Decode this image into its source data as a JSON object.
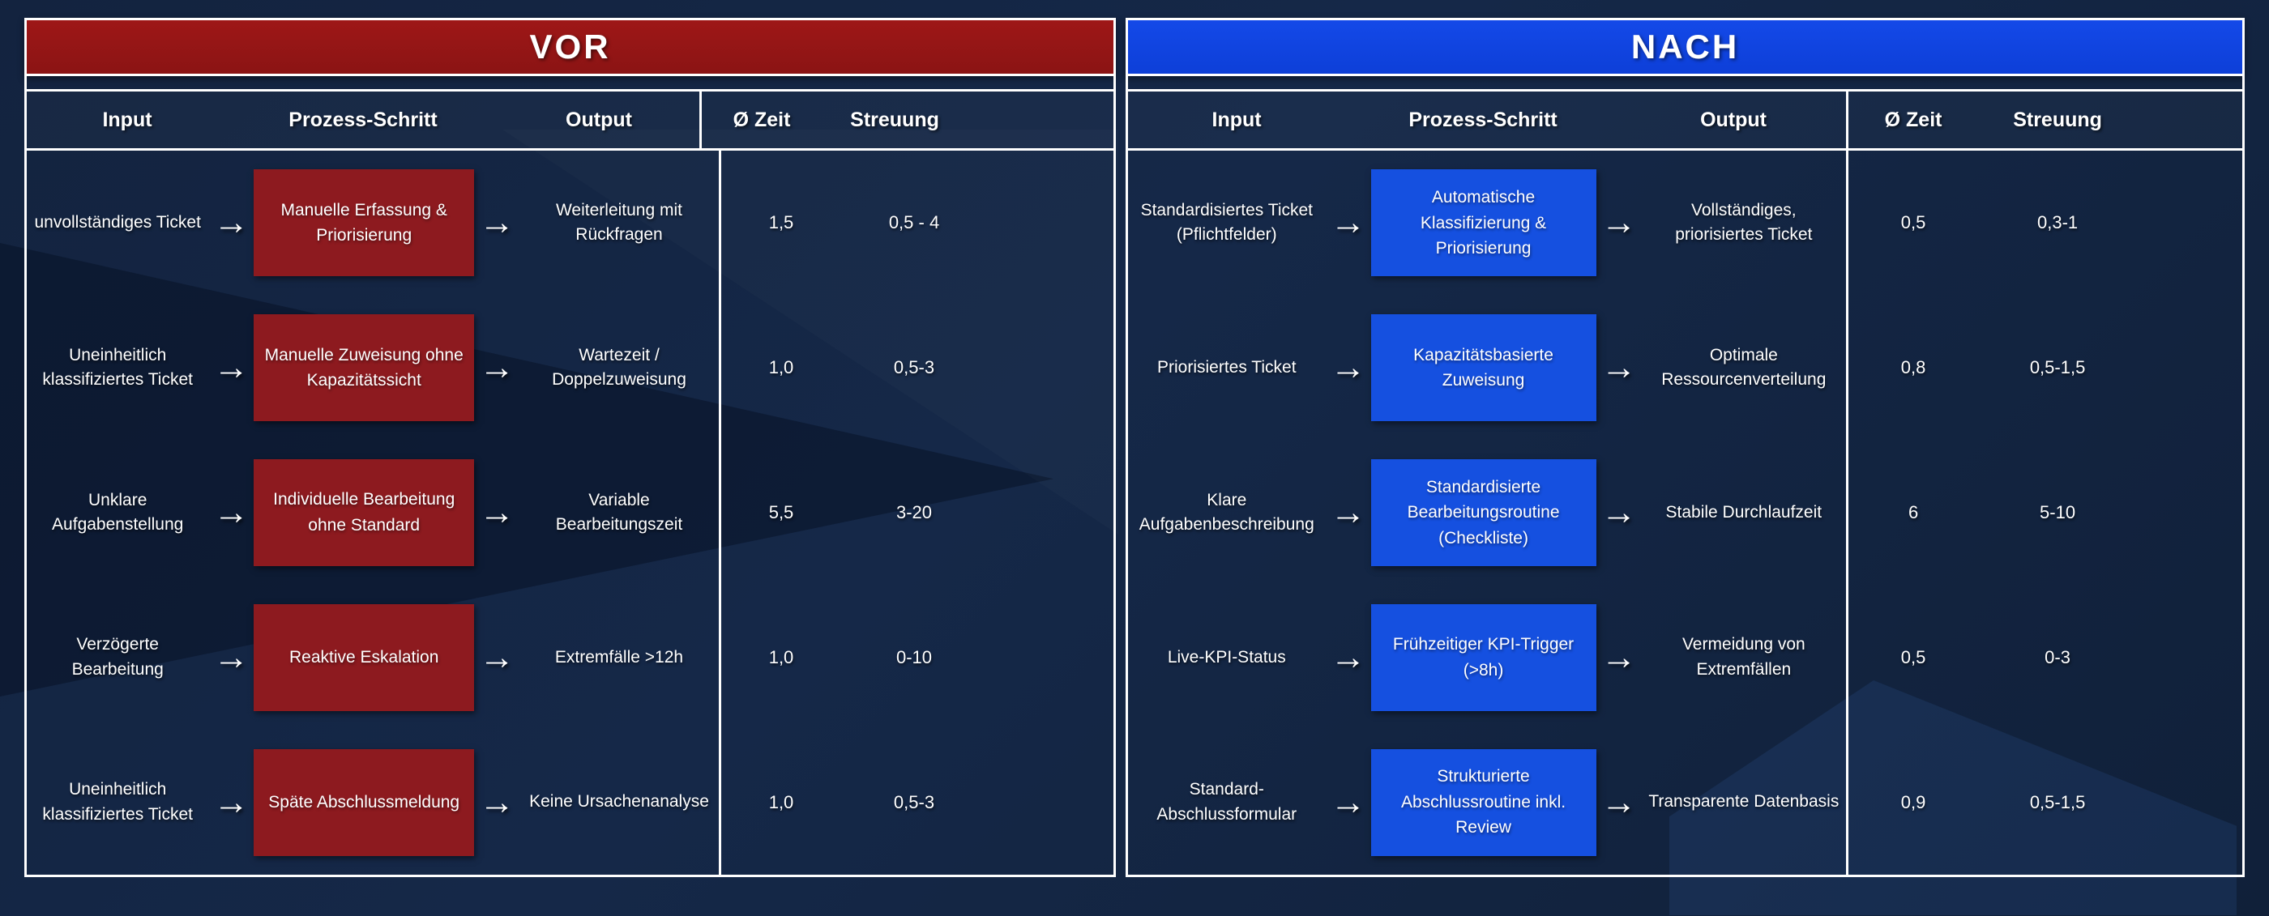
{
  "colors": {
    "vor_header": "#8b1414",
    "nach_header": "#0d3fd8",
    "step_red": "#8d1a1f",
    "step_blue": "#1550e0",
    "panel_bg": "#152848",
    "border": "#ffffff"
  },
  "arrow_glyph": "→",
  "columns": {
    "input": "Input",
    "step": "Prozess-Schritt",
    "output": "Output",
    "zeit": "Ø Zeit",
    "streuung": "Streuung"
  },
  "panels": [
    {
      "id": "vor",
      "title": "VOR",
      "rows": [
        {
          "input": "unvollständiges Ticket",
          "step": "Manuelle Erfassung & Priorisierung",
          "output": "Weiterleitung mit Rückfragen",
          "zeit": "1,5",
          "streuung": "0,5 - 4"
        },
        {
          "input": "Uneinheitlich klassifiziertes Ticket",
          "step": "Manuelle Zuweisung ohne Kapazitätssicht",
          "output": "Wartezeit / Doppelzuweisung",
          "zeit": "1,0",
          "streuung": "0,5-3"
        },
        {
          "input": "Unklare Aufgabenstellung",
          "step": "Individuelle Bearbeitung ohne Standard",
          "output": "Variable Bearbeitungszeit",
          "zeit": "5,5",
          "streuung": "3-20"
        },
        {
          "input": "Verzögerte Bearbeitung",
          "step": "Reaktive Eskalation",
          "output": "Extremfälle >12h",
          "zeit": "1,0",
          "streuung": "0-10"
        },
        {
          "input": "Uneinheitlich klassifiziertes Ticket",
          "step": "Späte Abschlussmeldung",
          "output": "Keine Ursachenanalyse",
          "zeit": "1,0",
          "streuung": "0,5-3"
        }
      ]
    },
    {
      "id": "nach",
      "title": "NACH",
      "rows": [
        {
          "input": "Standardisiertes Ticket (Pflichtfelder)",
          "step": "Automatische Klassifizierung & Priorisierung",
          "output": "Vollständiges, priorisiertes Ticket",
          "zeit": "0,5",
          "streuung": "0,3-1"
        },
        {
          "input": "Priorisiertes Ticket",
          "step": "Kapazitätsbasierte Zuweisung",
          "output": "Optimale Ressourcenverteilung",
          "zeit": "0,8",
          "streuung": "0,5-1,5"
        },
        {
          "input": "Klare Aufgabenbeschreibung",
          "step": "Standardisierte Bearbeitungsroutine (Checkliste)",
          "output": "Stabile Durchlaufzeit",
          "zeit": "6",
          "streuung": "5-10"
        },
        {
          "input": "Live-KPI-Status",
          "step": "Frühzeitiger KPI-Trigger (>8h)",
          "output": "Vermeidung von Extremfällen",
          "zeit": "0,5",
          "streuung": "0-3"
        },
        {
          "input": "Standard-Abschlussformular",
          "step": "Strukturierte Abschlussroutine inkl. Review",
          "output": "Transparente Datenbasis",
          "zeit": "0,9",
          "streuung": "0,5-1,5"
        }
      ]
    }
  ]
}
